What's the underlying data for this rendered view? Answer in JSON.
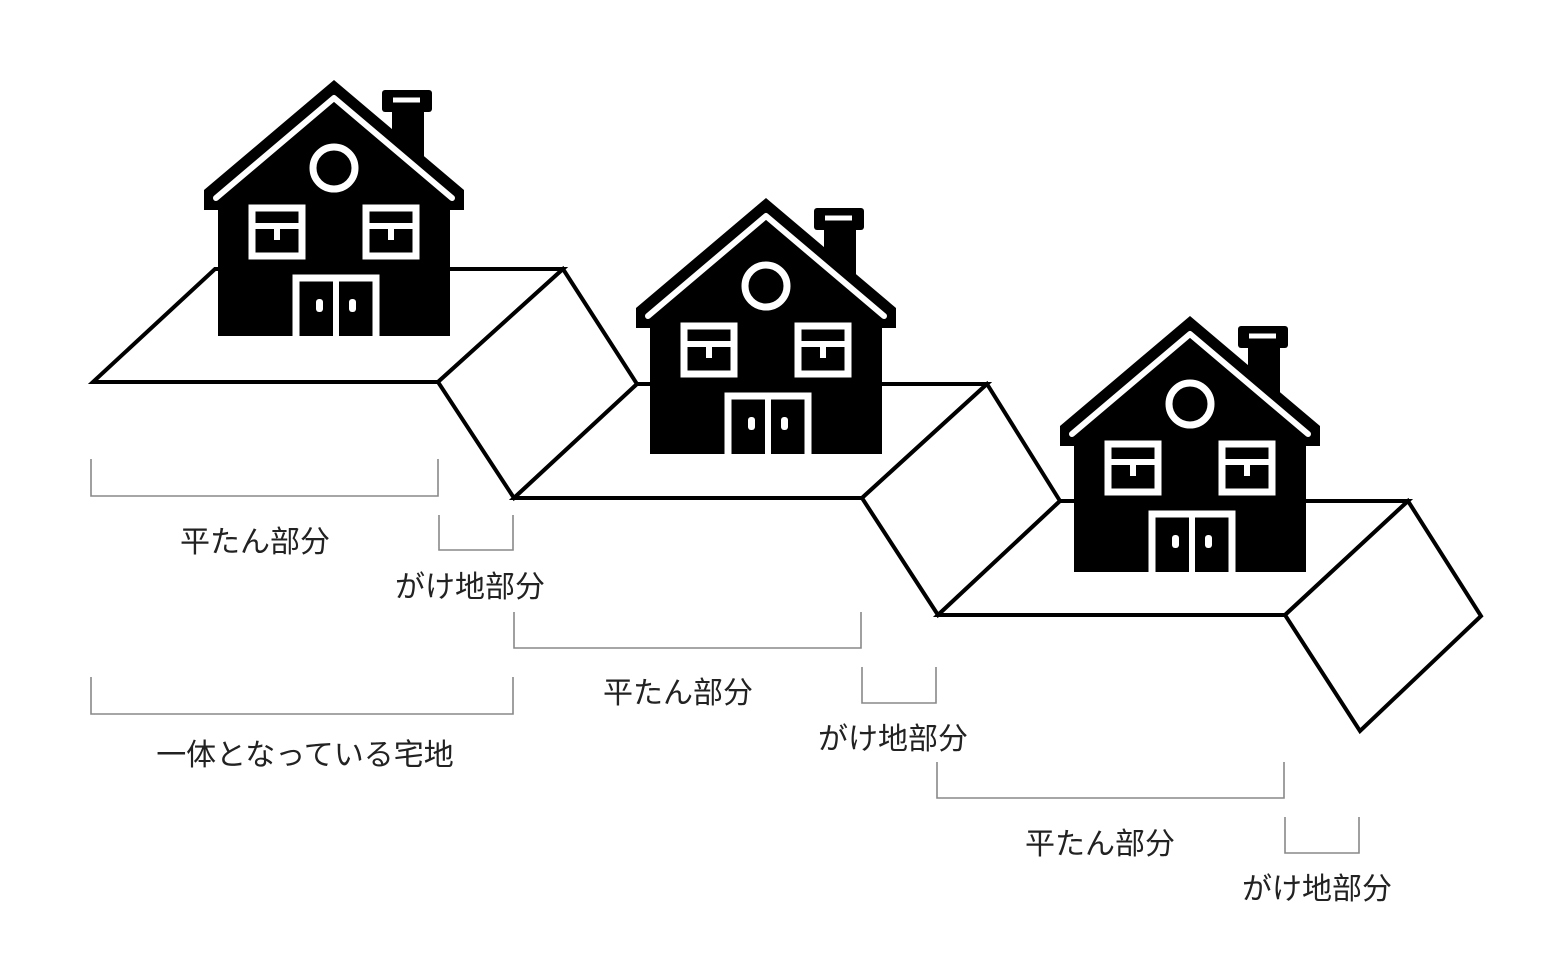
{
  "labels": {
    "flat_1": "平たん部分",
    "cliff_1": "がけ地部分",
    "flat_2": "平たん部分",
    "cliff_2": "がけ地部分",
    "flat_3": "平たん部分",
    "cliff_3": "がけ地部分",
    "unified_lot": "一体となっている宅地"
  },
  "icons": {
    "house": "house-icon"
  },
  "colors": {
    "line": "#000000",
    "bracket": "#888888",
    "text": "#222222",
    "background": "#ffffff"
  }
}
